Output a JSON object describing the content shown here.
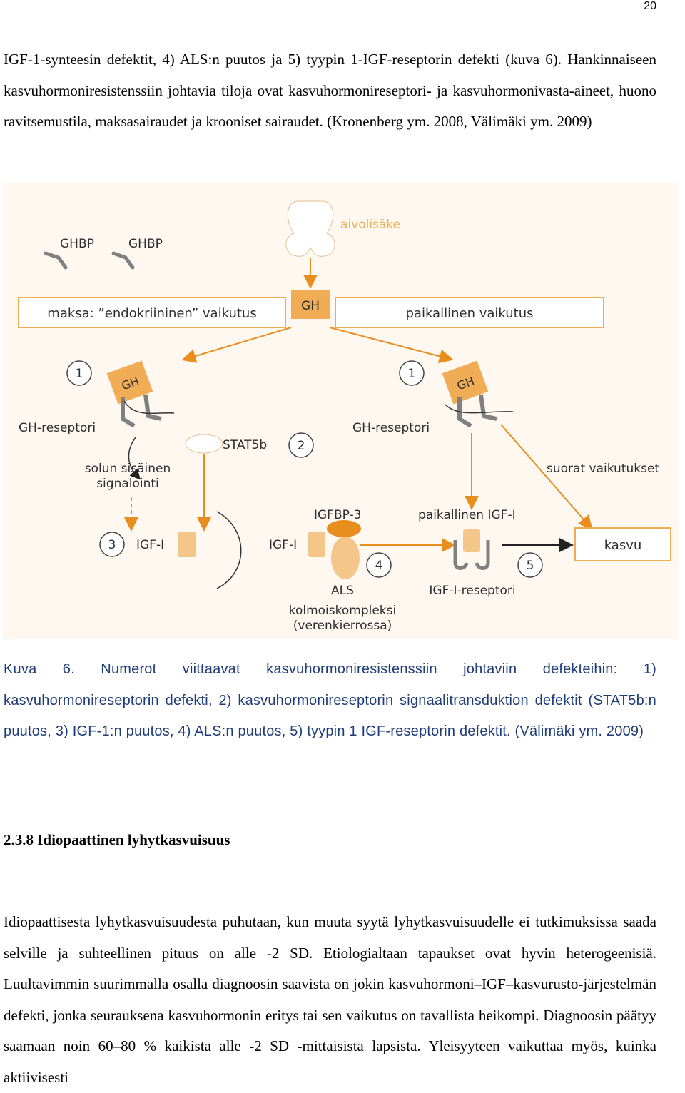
{
  "page_number": "20",
  "intro_paragraph": "IGF-1-synteesin defektit, 4) ALS:n puutos ja 5) tyypin 1-IGF-reseptorin defekti (kuva 6). Hankinnaiseen kasvuhormoniresistenssiin johtavia tiloja ovat kasvuhormonireseptori- ja kasvuhormonivasta-aineet, huono ravitsemustila, maksasairaudet ja krooniset sairaudet. (Kronenberg ym. 2008, Välimäki ym. 2009)",
  "figure": {
    "pituitary_label": "aivolisäke",
    "ghbp_left": "GHBP",
    "ghbp_right": "GHBP",
    "gh_center": "GH",
    "liver_box": "maksa: ”endokriininen” vaikutus",
    "local_box": "paikallinen vaikutus",
    "num_1_left": "1",
    "num_1_right": "1",
    "num_2": "2",
    "num_3": "3",
    "num_4": "4",
    "num_5": "5",
    "gh_receptor_left_gh": "GH",
    "gh_receptor_right_gh": "GH",
    "gh_receptor_left": "GH-reseptori",
    "gh_receptor_right": "GH-reseptori",
    "stat5b": "STAT5b",
    "intracellular_signaling_1": "solun sisäinen",
    "intracellular_signaling_2": "signalointi",
    "direct_effects": "suorat vaikutukset",
    "igfbp3": "IGFBP-3",
    "local_igf": "paikallinen IGF-I",
    "igf_left": "IGF-I",
    "igf_middle": "IGF-I",
    "growth": "kasvu",
    "als": "ALS",
    "igf_receptor": "IGF-I-reseptori",
    "ternary_complex_1": "kolmoiskompleksi",
    "ternary_complex_2": "(verenkierrossa)",
    "colors": {
      "background": "#fff8f0",
      "orange": "#f0ad55",
      "orange_dark": "#e88e1e",
      "light_orange": "#f5c68a",
      "grey": "#808080"
    }
  },
  "caption": "Kuva 6. Numerot viittaavat kasvuhormoniresistenssiin johtaviin defekteihin: 1) kasvuhormonireseptorin defekti, 2) kasvuhormonireseptorin signaalitransduktion defektit (STAT5b:n puutos, 3) IGF-1:n puutos, 4) ALS:n puutos, 5) tyypin 1 IGF-reseptorin defektit. (Välimäki ym. 2009)",
  "section_heading": "2.3.8 Idiopaattinen lyhytkasvuisuus",
  "section_paragraph": "Idiopaattisesta lyhytkasvuisuudesta puhutaan, kun muuta syytä lyhytkasvuisuudelle ei tutkimuksissa saada selville ja suhteellinen pituus on alle -2 SD. Etiologialtaan tapaukset ovat hyvin heterogeenisiä. Luultavimmin suurimmalla osalla diagnoosin saavista on jokin kasvuhormoni–IGF–kasvurusto-järjestelmän defekti, jonka seurauksena kasvuhormonin eritys tai sen vaikutus on tavallista heikompi. Diagnoosin päätyy saamaan noin 60–80 % kaikista alle -2 SD -mittaisista lapsista. Yleisyyteen vaikuttaa myös, kuinka aktiivisesti"
}
